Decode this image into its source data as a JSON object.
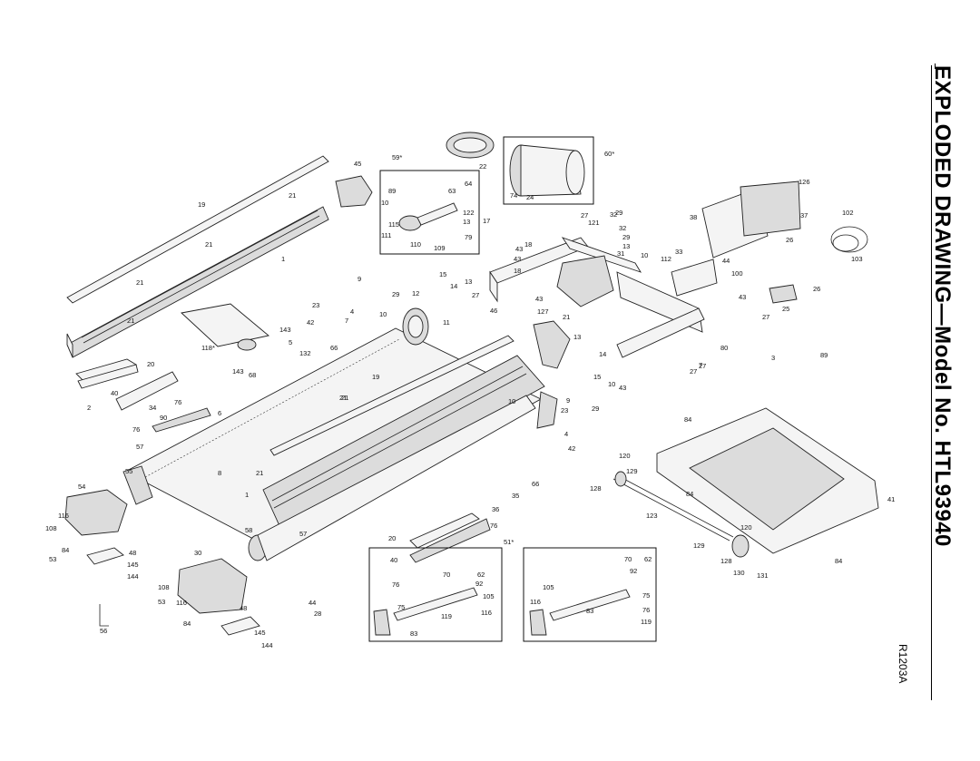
{
  "title": "EXPLODED DRAWING—Model No. HTL93940",
  "ref_code": "R1203A",
  "callouts": [
    "19",
    "21",
    "45",
    "1",
    "21",
    "21",
    "21",
    "143",
    "118*",
    "68",
    "143",
    "5",
    "132",
    "66",
    "42",
    "4",
    "23",
    "7",
    "10",
    "29",
    "9",
    "12",
    "11",
    "20",
    "40",
    "2",
    "34",
    "76",
    "76",
    "90",
    "6",
    "57",
    "55",
    "54",
    "116",
    "108",
    "84",
    "53",
    "48",
    "145",
    "144",
    "8",
    "21",
    "1",
    "58",
    "57",
    "30",
    "108",
    "53",
    "116",
    "84",
    "56",
    "48",
    "145",
    "144",
    "44",
    "28",
    "19",
    "21",
    "21",
    "59*",
    "89",
    "10",
    "63",
    "64",
    "122",
    "115",
    "13",
    "111",
    "79",
    "110",
    "109",
    "22",
    "60*",
    "74",
    "24",
    "17",
    "43",
    "18",
    "43",
    "18",
    "27",
    "32",
    "29",
    "121",
    "32",
    "29",
    "13",
    "31",
    "10",
    "15",
    "14",
    "13",
    "27",
    "43",
    "127",
    "21",
    "46",
    "13",
    "14",
    "15",
    "10",
    "43",
    "27",
    "7",
    "10",
    "9",
    "29",
    "23",
    "4",
    "42",
    "66",
    "35",
    "36",
    "76",
    "20",
    "40",
    "76",
    "75",
    "83",
    "51*",
    "70",
    "62",
    "92",
    "105",
    "116",
    "119",
    "70",
    "62",
    "92",
    "75",
    "76",
    "83",
    "105",
    "116",
    "119",
    "120",
    "129",
    "128",
    "84",
    "123",
    "120",
    "129",
    "128",
    "130",
    "131",
    "84",
    "41",
    "84",
    "126",
    "38",
    "37",
    "26",
    "112",
    "33",
    "44",
    "100",
    "27",
    "43",
    "25",
    "26",
    "27",
    "102",
    "103",
    "80",
    "3",
    "89"
  ]
}
